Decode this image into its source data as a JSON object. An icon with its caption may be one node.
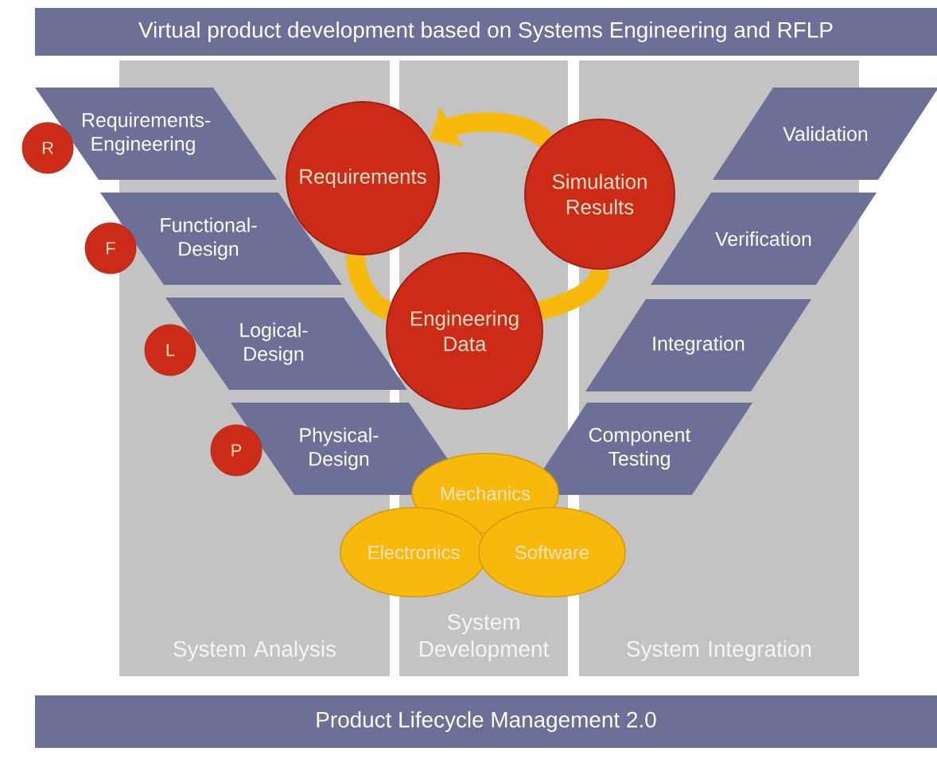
{
  "diagram": {
    "nodes": [
      {
        "text": [
          "Virtual product development based on Systems Engineering and RFLP"
        ]
      },
      {
        "text": [
          "System Analysis"
        ]
      },
      {
        "text": [
          "System Development"
        ]
      },
      {
        "text": [
          "System Integration"
        ]
      },
      {
        "text": [
          "R"
        ]
      },
      {
        "text": [
          "Requirements-Engineering"
        ]
      },
      {
        "text": [
          "Requirements"
        ]
      },
      {
        "text": [
          "Simulation Results"
        ]
      },
      {
        "text": [
          "Validation"
        ]
      },
      {
        "text": [
          "F"
        ]
      },
      {
        "text": [
          "Functional-Design"
        ]
      },
      {
        "text": [
          "Verification"
        ]
      },
      {
        "text": [
          "Engineering Data"
        ]
      },
      {
        "text": [
          "L"
        ],
        "in": 1
      },
      {
        "text": [
          "Logical-Design"
        ]
      },
      {
        "text": [
          "Integration"
        ],
        "in": 3
      },
      {
        "text": [
          "P"
        ],
        "in": 1
      },
      {
        "text": [
          "Physical-Design"
        ]
      },
      {
        "text": [
          "Component Testing"
        ]
      },
      {
        "text": [
          "Mechanics"
        ],
        "in": 2
      },
      {
        "text": [
          "Electronics"
        ]
      },
      {
        "text": [
          "Software"
        ]
      },
      {
        "text": [
          "Product Lifecycle Management 2.0"
        ]
      }
    ],
    "edges": [
      {
        "from": 6,
        "to": 12,
        "arrow": "none"
      },
      {
        "from": 12,
        "to": 7,
        "arrow": "none"
      },
      {
        "from": 7,
        "to": 6,
        "arrow": "to"
      }
    ]
  }
}
